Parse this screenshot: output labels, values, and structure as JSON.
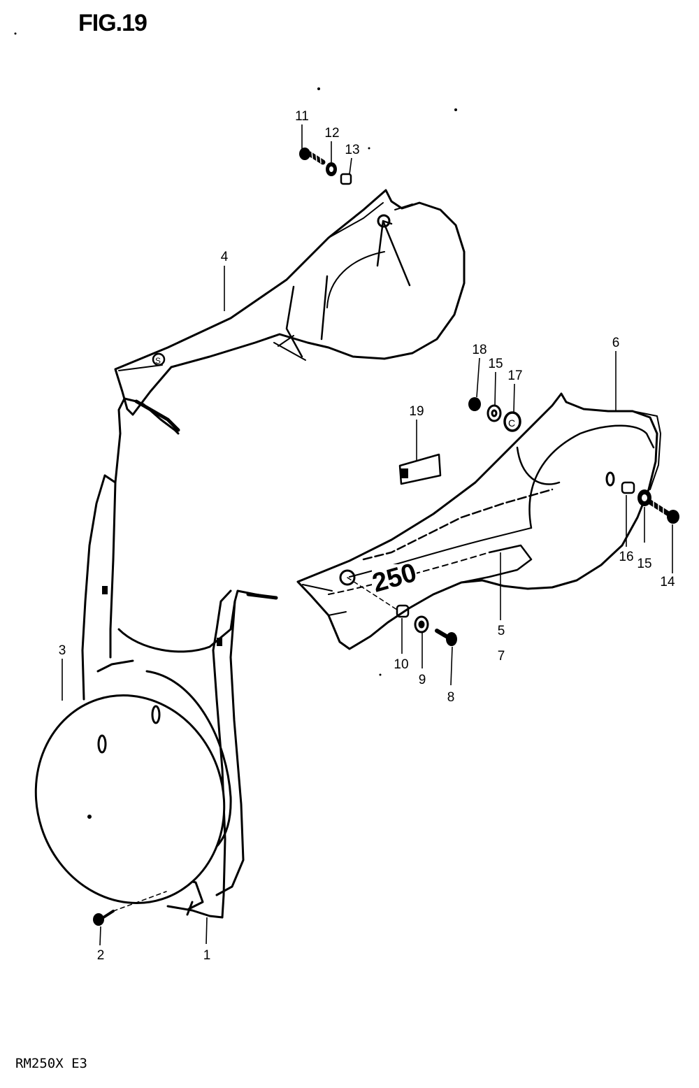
{
  "figure": {
    "title": "FIG.19",
    "model": "RM250X  E3"
  },
  "callouts": [
    {
      "id": "c1",
      "text": "1"
    },
    {
      "id": "c2",
      "text": "2"
    },
    {
      "id": "c3",
      "text": "3"
    },
    {
      "id": "c4",
      "text": "4"
    },
    {
      "id": "c5",
      "text": "5"
    },
    {
      "id": "c6",
      "text": "6"
    },
    {
      "id": "c7",
      "text": "7"
    },
    {
      "id": "c8",
      "text": "8"
    },
    {
      "id": "c9",
      "text": "9"
    },
    {
      "id": "c10",
      "text": "10"
    },
    {
      "id": "c11",
      "text": "11"
    },
    {
      "id": "c12",
      "text": "12"
    },
    {
      "id": "c13",
      "text": "13"
    },
    {
      "id": "c14",
      "text": "14"
    },
    {
      "id": "c15a",
      "text": "15"
    },
    {
      "id": "c15b",
      "text": "15"
    },
    {
      "id": "c16",
      "text": "16"
    },
    {
      "id": "c17",
      "text": "17"
    },
    {
      "id": "c18",
      "text": "18"
    },
    {
      "id": "c19",
      "text": "19"
    }
  ],
  "cover_marking": "250"
}
